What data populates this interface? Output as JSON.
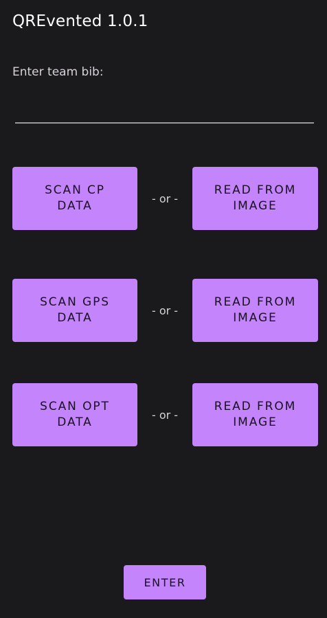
{
  "app": {
    "title": "QREvented 1.0.1"
  },
  "bib": {
    "label": "Enter team bib:",
    "value": "",
    "placeholder": ""
  },
  "rows": [
    {
      "scan_label": "SCAN CP\nDATA",
      "separator": "- or -",
      "read_label": "READ FROM\nIMAGE"
    },
    {
      "scan_label": "SCAN GPS\nDATA",
      "separator": "- or -",
      "read_label": "READ FROM\nIMAGE"
    },
    {
      "scan_label": "SCAN OPT\nDATA",
      "separator": "- or -",
      "read_label": "READ FROM\nIMAGE"
    }
  ],
  "enter_label": "ENTER",
  "colors": {
    "background": "#1a191b",
    "accent": "#c384fc",
    "button_text": "#1b0f22",
    "input_underline": "#9c999e"
  }
}
